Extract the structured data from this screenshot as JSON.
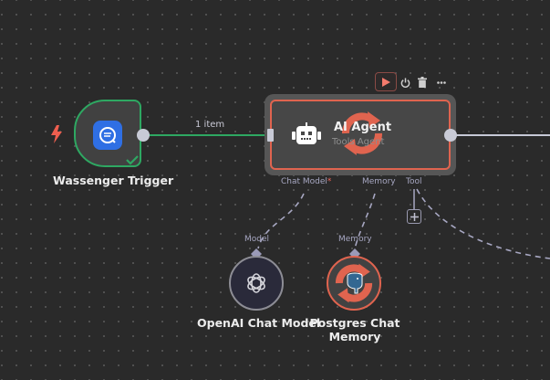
{
  "canvas": {
    "background": "#2a2a2a"
  },
  "trigger_node": {
    "label": "Wassenger Trigger",
    "icon": "chat-bubble-icon",
    "status_icon": "check-icon",
    "trigger_icon": "lightning-bolt-icon",
    "accent": "#2ea862",
    "icon_color": "#2f6fe4"
  },
  "connection": {
    "label": "1 item",
    "color": "#2ea862"
  },
  "agent_node": {
    "title": "AI Agent",
    "subtitle": "Tools Agent",
    "icon": "robot-icon",
    "overlay_icon": "refresh-icon",
    "accent": "#e0644f",
    "toolbar": {
      "run": "play-icon",
      "deactivate": "power-icon",
      "delete": "trash-icon",
      "more": "more-icon"
    },
    "ports": {
      "chat_model": "Chat Model",
      "required_marker": "*",
      "memory": "Memory",
      "tool": "Tool"
    }
  },
  "sub_nodes": [
    {
      "label": "OpenAI Chat Model",
      "port_label": "Model",
      "icon": "openai-icon"
    },
    {
      "label_line1": "Postgres Chat",
      "label_line2": "Memory",
      "port_label": "Memory",
      "icon": "postgres-elephant-icon",
      "overlay_icon": "refresh-icon"
    }
  ]
}
